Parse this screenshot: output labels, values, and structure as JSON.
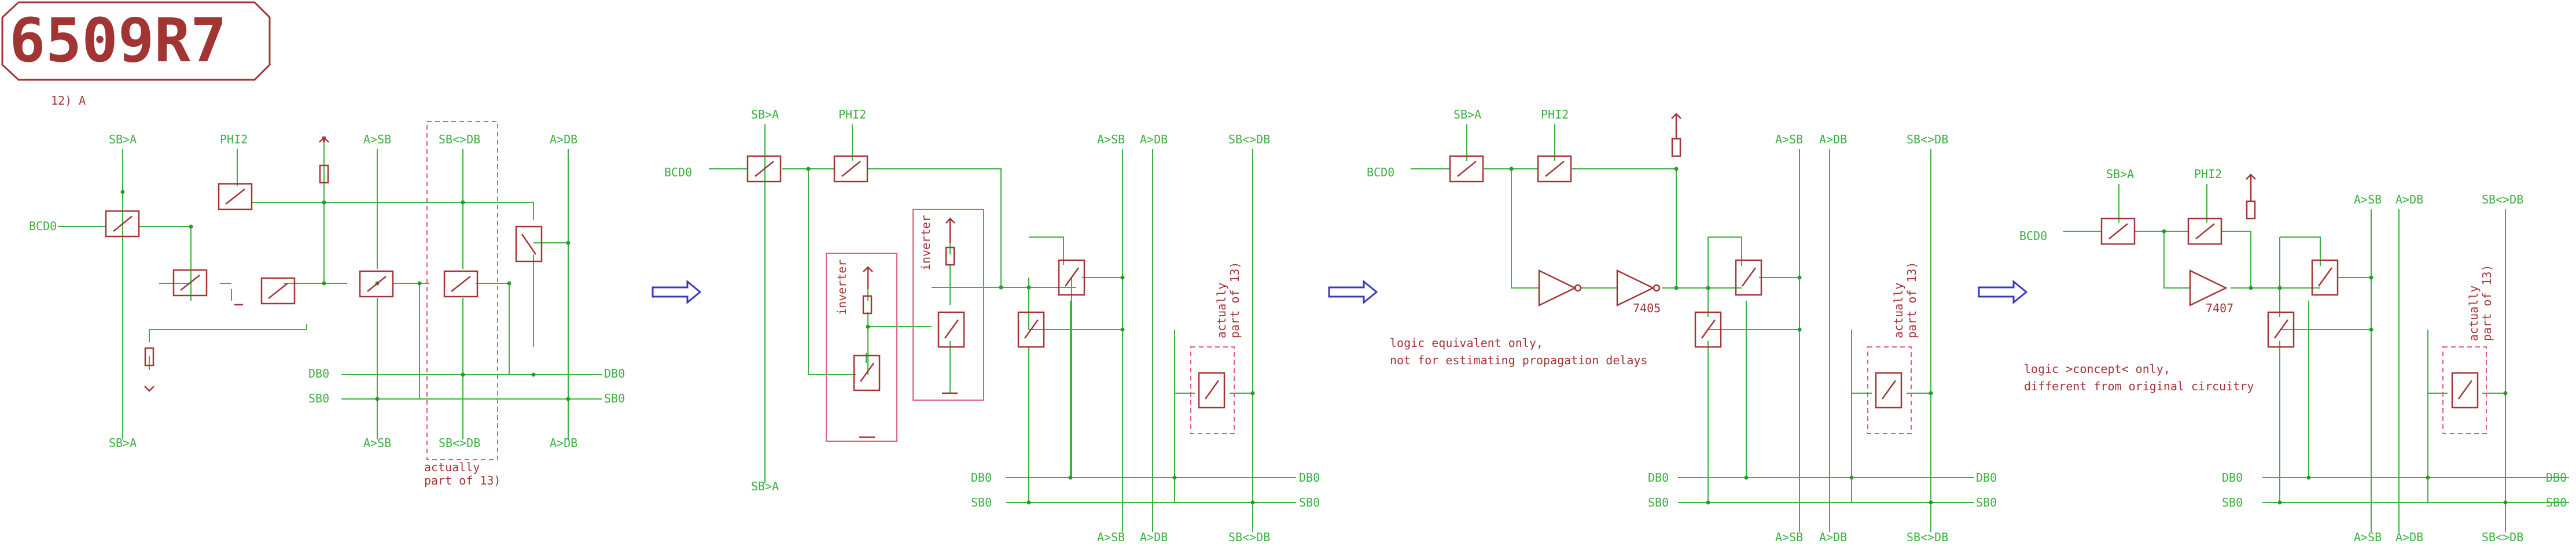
{
  "title": "6509R7",
  "subtitle": "12) A",
  "labels": {
    "sb_to_a": "SB>A",
    "phi2": "PHI2",
    "bcd0": "BCD0",
    "a_to_sb": "A>SB",
    "sb_x_db": "SB<>DB",
    "a_to_db": "A>DB",
    "db0": "DB0",
    "sb0": "SB0",
    "inverter": "inverter",
    "actually_1": "actually",
    "actually_2": "part of 13)",
    "chip_7405": "7405",
    "chip_7407": "7407",
    "note3_line1": "logic equivalent only,",
    "note3_line2": "not for estimating propagation delays",
    "note4_line1": "logic >concept< only,",
    "note4_line2": "different from original circuitry"
  },
  "colors": {
    "wire": "#3cb040",
    "component": "#a33434",
    "highlight": "#e05a7a",
    "arrow": "#3a3ac0"
  }
}
